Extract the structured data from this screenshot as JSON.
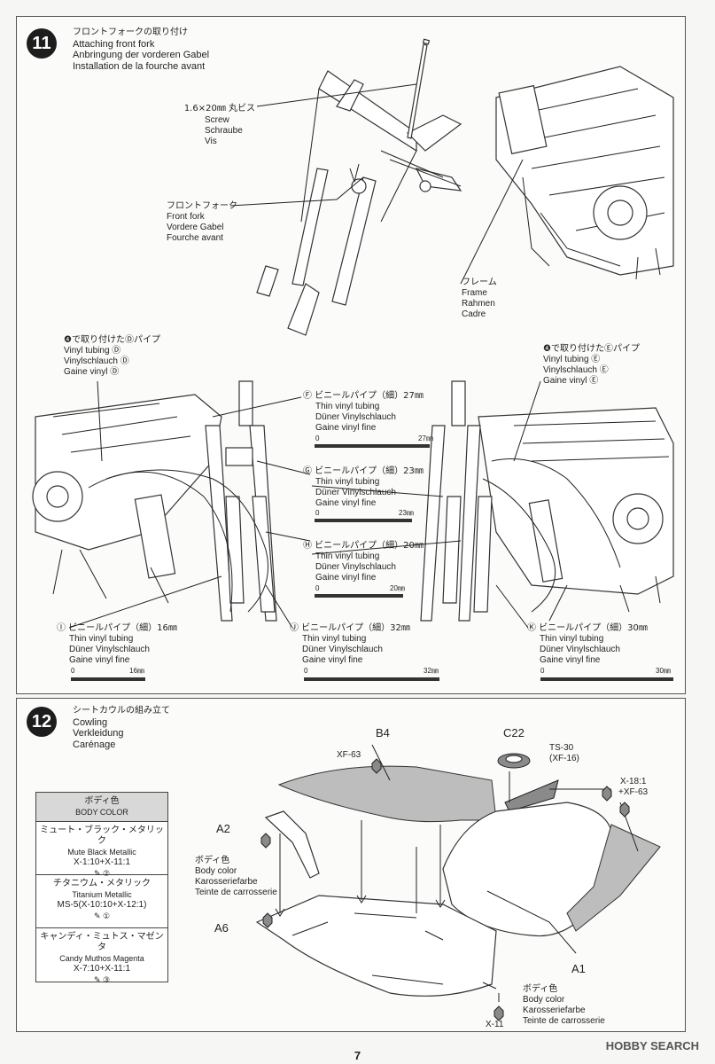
{
  "step11": {
    "number": "11",
    "title_jp": "フロントフォークの取り付け",
    "title_en": "Attaching front fork",
    "title_de": "Anbringung der vorderen Gabel",
    "title_fr": "Installation de la fourche avant",
    "screw": {
      "jp": "1.6×20㎜ 丸ビス",
      "en": "Screw",
      "de": "Schraube",
      "fr": "Vis"
    },
    "fork": {
      "jp": "フロントフォーク",
      "en": "Front fork",
      "de": "Vordere Gabel",
      "fr": "Fourche avant"
    },
    "frame": {
      "jp": "フレーム",
      "en": "Frame",
      "de": "Rahmen",
      "fr": "Cadre"
    },
    "pipe_d": {
      "jp": "❹で取り付けたⒹパイプ",
      "en": "Vinyl tubing Ⓓ",
      "de": "Vinylschlauch Ⓓ",
      "fr": "Gaine vinyl Ⓓ"
    },
    "pipe_e": {
      "jp": "❹で取り付けたⒺパイプ",
      "en": "Vinyl tubing Ⓔ",
      "de": "Vinylschlauch Ⓔ",
      "fr": "Gaine vinyl Ⓔ"
    },
    "tubes": [
      {
        "id": "F",
        "jp": "Ⓕ ビニールパイプ（細）27㎜",
        "en": "Thin vinyl tubing",
        "de": "Düner Vinylschlauch",
        "fr": "Gaine vinyl fine",
        "zero": "0",
        "len": "27㎜"
      },
      {
        "id": "G",
        "jp": "Ⓖ ビニールパイプ（細）23㎜",
        "en": "Thin vinyl tubing",
        "de": "Düner Vinylschlauch",
        "fr": "Gaine vinyl fine",
        "zero": "0",
        "len": "23㎜"
      },
      {
        "id": "H",
        "jp": "Ⓗ ビニールパイプ（細）20㎜",
        "en": "Thin vinyl tubing",
        "de": "Düner Vinylschlauch",
        "fr": "Gaine vinyl fine",
        "zero": "0",
        "len": "20㎜"
      },
      {
        "id": "I",
        "jp": "Ⓘ ビニールパイプ（細）16㎜",
        "en": "Thin vinyl tubing",
        "de": "Düner Vinylschlauch",
        "fr": "Gaine vinyl fine",
        "zero": "0",
        "len": "16㎜"
      },
      {
        "id": "J",
        "jp": "Ⓙ ビニールパイプ（細）32㎜",
        "en": "Thin vinyl tubing",
        "de": "Düner Vinylschlauch",
        "fr": "Gaine vinyl fine",
        "zero": "0",
        "len": "32㎜"
      },
      {
        "id": "K",
        "jp": "Ⓚ ビニールパイプ（細）30㎜",
        "en": "Thin vinyl tubing",
        "de": "Düner Vinylschlauch",
        "fr": "Gaine vinyl fine",
        "zero": "0",
        "len": "30㎜"
      }
    ]
  },
  "step12": {
    "number": "12",
    "title_jp": "シートカウルの組み立て",
    "title_en": "Cowling",
    "title_de": "Verkleidung",
    "title_fr": "Carénage",
    "parts": {
      "b4": "B4",
      "xf63": "XF-63",
      "c22": "C22",
      "ts30": "TS-30",
      "xf16": "(XF-16)",
      "mix1": "X-18:1",
      "mix2": "+XF-63",
      "a2": "A2",
      "a6": "A6",
      "a1": "A1",
      "x11": "X-11"
    },
    "body_color_left": {
      "jp": "ボディ色",
      "en": "Body color",
      "de": "Karosseriefarbe",
      "fr": "Teinte de carrosserie"
    },
    "body_color_right": {
      "jp": "ボディ色",
      "en": "Body color",
      "de": "Karosseriefarbe",
      "fr": "Teinte de carrosserie"
    },
    "color_table": {
      "header_jp": "ボディ色",
      "header_en": "BODY COLOR",
      "rows": [
        {
          "jp": "ミュート・ブラック・メタリック",
          "en": "Mute Black Metallic",
          "mix": "X-1:10+X-11:1",
          "num": "②"
        },
        {
          "jp": "チタニウム・メタリック",
          "en": "Titanium Metallic",
          "mix": "MS-5(X-10:10+X-12:1)",
          "num": "①"
        },
        {
          "jp": "キャンディ・ミュトス・マゼンタ",
          "en": "Candy Muthos Magenta",
          "mix": "X-7:10+X-11:1",
          "num": "③"
        }
      ]
    }
  },
  "page_number": "7",
  "watermark": "HOBBY SEARCH"
}
